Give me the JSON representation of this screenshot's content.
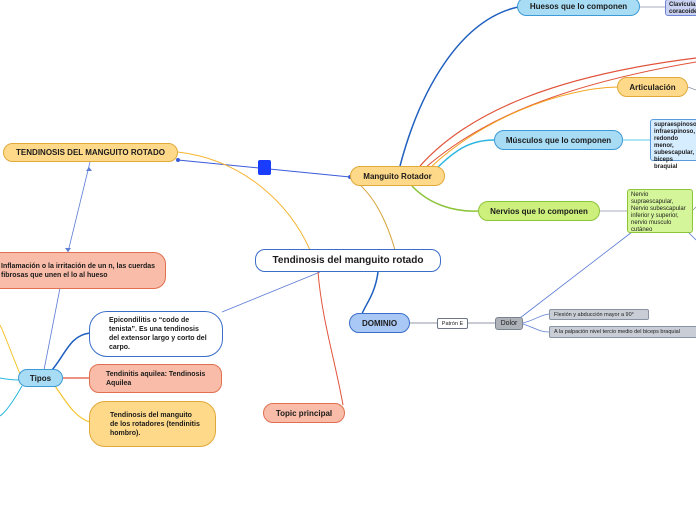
{
  "central": {
    "label": "Tendinosis del manguito rotado"
  },
  "manguito": {
    "label": "Manguito Rotador",
    "huesos": {
      "label": "Huesos que lo componen",
      "detail": "Clavícula, coracoides"
    },
    "articulacion": {
      "label": "Articulación"
    },
    "musculos": {
      "label": "Músculos que lo componen",
      "detail": "supraespinoso, infraespinoso, redondo menor, subescapular, biceps braquial"
    },
    "nervios": {
      "label": "Nervios que lo componen",
      "detail": "Nervio supraescapular, Nervio subescapular inferior y superior, nervio musculo cutáneo"
    }
  },
  "dominio": {
    "label": "DOMINIO",
    "patron": "Patrón E",
    "dolor": "Dolor",
    "items": [
      "Flexión y abducción mayor a 90°",
      "A la palpación nivel tercio medio del biceps braquial"
    ]
  },
  "topic": {
    "label": "Topic principal"
  },
  "left": {
    "title": "TENDINOSIS DEL MANGUITO ROTADO",
    "definition": "Inflamación o la irritación de un n, las cuerdas fibrosas que unen el lo al hueso",
    "tipos": {
      "label": "Tipos",
      "items": [
        "Epicondilitis o “codo de tenista”. Es una tendinosis del extensor largo y corto del carpo.",
        "Tendinitis aquilea: Tendinosis Aquilea",
        "Tendinosis del manguito de los rotadores (tendinitis hombro)."
      ]
    }
  },
  "colors": {
    "yellow": "#ffd98a",
    "blue": "#a8dcf5",
    "green": "#cdf07c",
    "salmon": "#f9bca8",
    "line_blue": "#1f5fbf",
    "line_red": "#e0533a",
    "line_orange": "#f5a623",
    "line_green": "#8cc43a",
    "line_cyan": "#29b6e0"
  }
}
